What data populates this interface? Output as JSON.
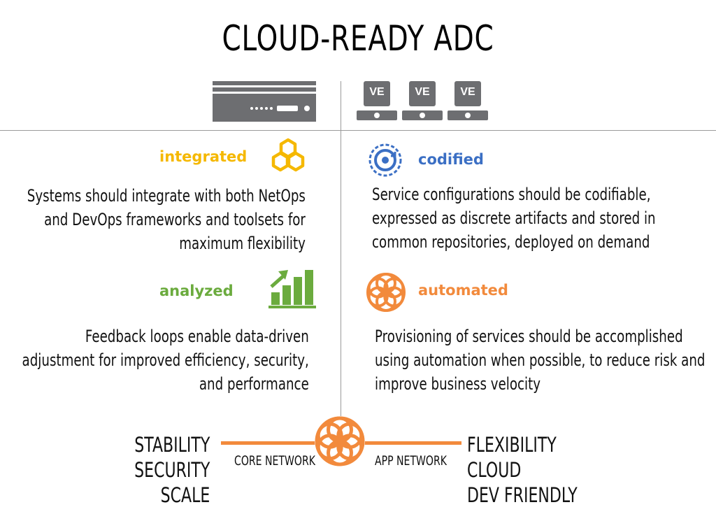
{
  "title": "CLOUD-READY ADC",
  "hardware": {
    "ve_labels": [
      "VE",
      "VE",
      "VE"
    ]
  },
  "quadrants": {
    "integrated": {
      "heading": "integrated",
      "color": "#f5b800",
      "icon": "hexagon-cluster-icon",
      "lines": [
        "Systems should integrate with both NetOps",
        "and DevOps frameworks and toolsets for",
        "maximum flexibility"
      ]
    },
    "codified": {
      "heading": "codified",
      "color": "#3b6fc4",
      "icon": "gear-target-icon",
      "lines": [
        "Service configurations should be codifiable,",
        "expressed as discrete artifacts and stored in",
        "common repositories, deployed on demand"
      ]
    },
    "analyzed": {
      "heading": "analyzed",
      "color": "#6bab3e",
      "icon": "bar-chart-growth-icon",
      "lines": [
        "Feedback loops enable data-driven",
        "adjustment for improved efficiency, security,",
        "and performance"
      ]
    },
    "automated": {
      "heading": "automated",
      "color": "#f28a3c",
      "icon": "flower-of-life-icon",
      "lines": [
        "Provisioning of services should be accomplished",
        "using automation when possible, to reduce risk and",
        "improve business velocity"
      ]
    }
  },
  "bottom": {
    "core_label": "CORE NETWORK",
    "app_label": "APP NETWORK",
    "left_list": [
      "STABILITY",
      "SECURITY",
      "SCALE"
    ],
    "right_list": [
      "FLEXIBILITY",
      "CLOUD",
      "DEV FRIENDLY"
    ],
    "accent": "#f28a3c"
  }
}
